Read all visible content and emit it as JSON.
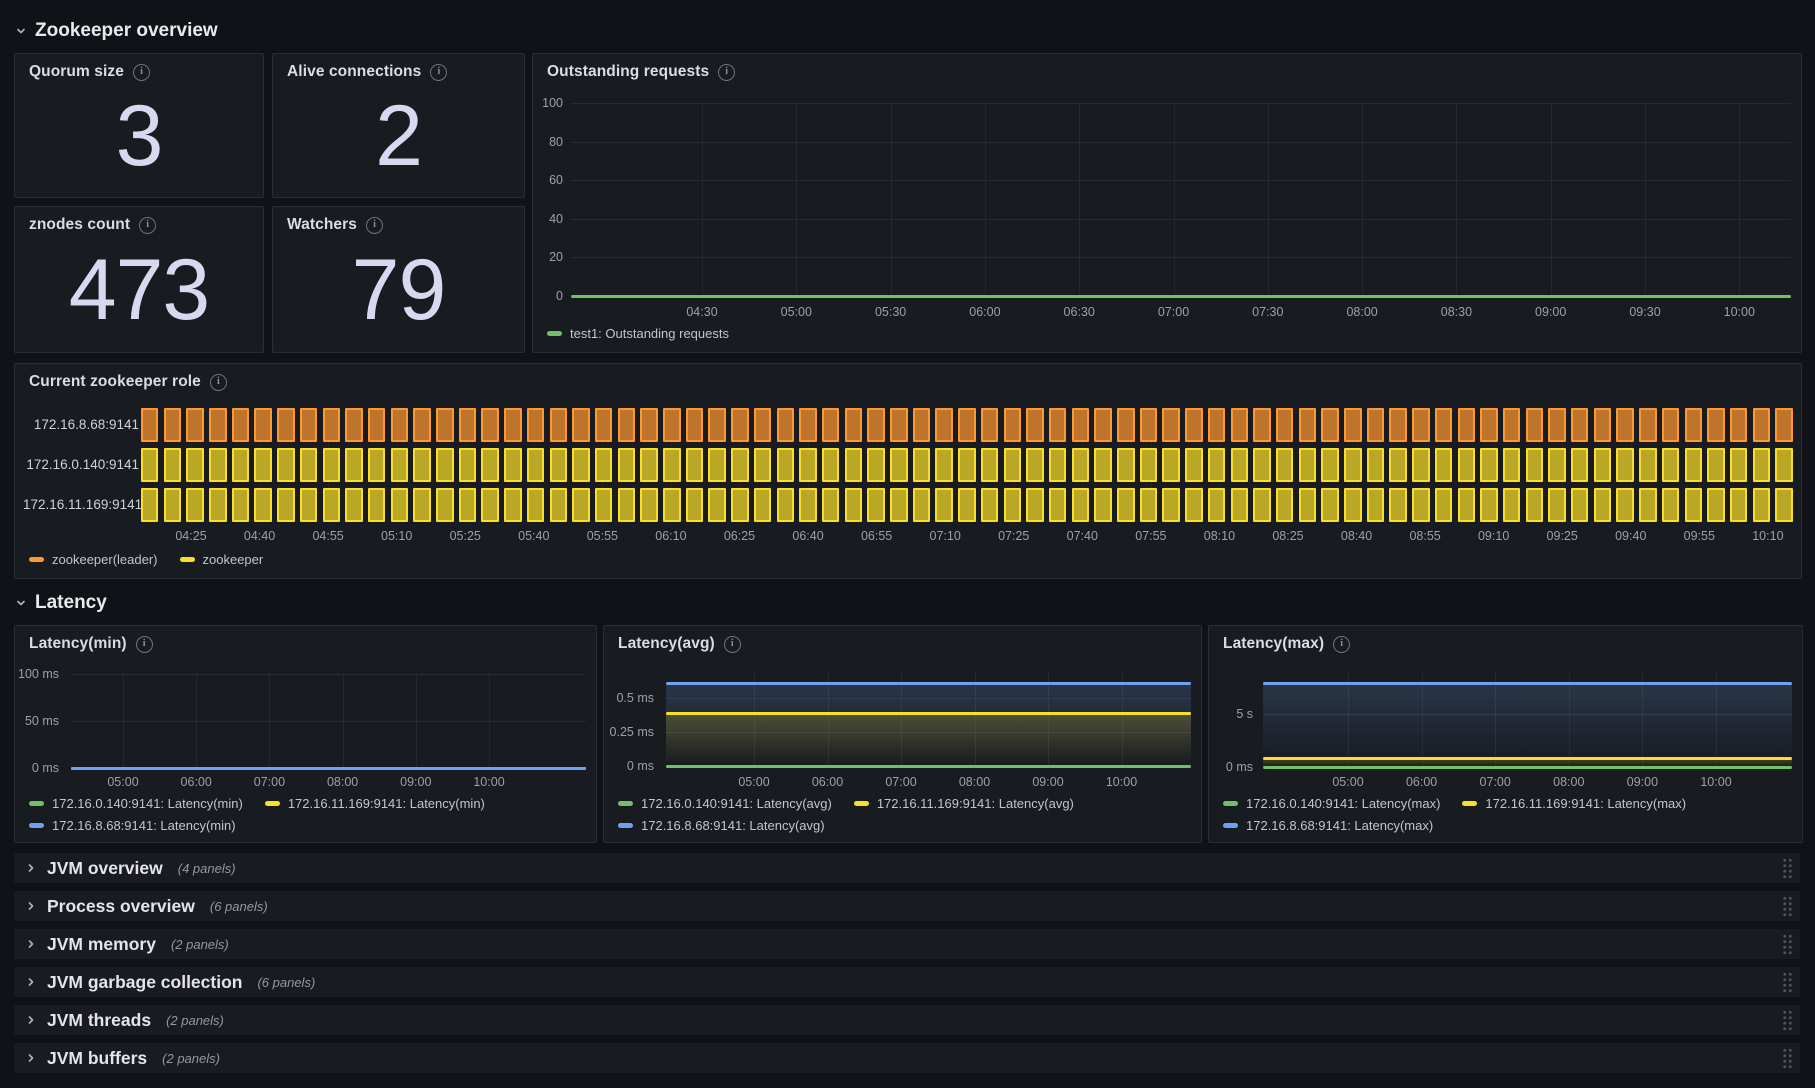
{
  "colors": {
    "page_bg": "#111217",
    "panel_bg": "#181B1F",
    "green": "#73BF69",
    "yellow": "#FADE2A",
    "blue": "#6FA1F2",
    "orange": "#FF9830",
    "orange_fill": "rgba(255,152,48,0.72)",
    "yellow_fill": "rgba(250,222,42,0.72)",
    "stat_value": "#D8D9F0"
  },
  "icons": {
    "info": "i",
    "section_expanded": "chevron-down",
    "section_collapsed": "chevron-right",
    "drag_handle": "dots-grid"
  },
  "sections": {
    "overview": {
      "title": "Zookeeper overview"
    },
    "latency": {
      "title": "Latency"
    }
  },
  "stats": [
    {
      "title": "Quorum size",
      "value": "3"
    },
    {
      "title": "Alive connections",
      "value": "2"
    },
    {
      "title": "znodes count",
      "value": "473"
    },
    {
      "title": "Watchers",
      "value": "79"
    }
  ],
  "collapsed_rows": [
    {
      "title": "JVM overview",
      "count": "(4 panels)"
    },
    {
      "title": "Process overview",
      "count": "(6 panels)"
    },
    {
      "title": "JVM memory",
      "count": "(2 panels)"
    },
    {
      "title": "JVM garbage collection",
      "count": "(6 panels)"
    },
    {
      "title": "JVM threads",
      "count": "(2 panels)"
    },
    {
      "title": "JVM buffers",
      "count": "(2 panels)"
    }
  ],
  "chart_data": [
    {
      "type": "line",
      "title": "Outstanding requests",
      "ylim": [
        0,
        100
      ],
      "y_ticks": [
        "100",
        "80",
        "60",
        "40",
        "20",
        "0"
      ],
      "x_ticks": [
        "04:30",
        "05:00",
        "05:30",
        "06:00",
        "06:30",
        "07:00",
        "07:30",
        "08:00",
        "08:30",
        "09:00",
        "09:30",
        "10:00"
      ],
      "grid": true,
      "legend_position": "bottom",
      "series": [
        {
          "name": "test1: Outstanding requests",
          "color": "#73BF69",
          "value": 0,
          "shape": "flat line at 0 across full time range"
        }
      ]
    },
    {
      "type": "state-timeline",
      "title": "Current zookeeper role",
      "rows": [
        {
          "label": "172.16.8.68:9141",
          "state": "zookeeper(leader)",
          "color": "#FF9830"
        },
        {
          "label": "172.16.0.140:9141",
          "state": "zookeeper",
          "color": "#FADE2A"
        },
        {
          "label": "172.16.11.169:9141",
          "state": "zookeeper",
          "color": "#FADE2A"
        }
      ],
      "bars_per_row": 73,
      "x_ticks": [
        "04:25",
        "04:40",
        "04:55",
        "05:10",
        "05:25",
        "05:40",
        "05:55",
        "06:10",
        "06:25",
        "06:40",
        "06:55",
        "07:10",
        "07:25",
        "07:40",
        "07:55",
        "08:10",
        "08:25",
        "08:40",
        "08:55",
        "09:10",
        "09:25",
        "09:40",
        "09:55",
        "10:10"
      ],
      "legend": [
        {
          "label": "zookeeper(leader)",
          "color": "#FF9830"
        },
        {
          "label": "zookeeper",
          "color": "#FADE2A"
        }
      ]
    },
    {
      "type": "line",
      "title": "Latency(min)",
      "unit": "ms",
      "ylim": [
        0,
        100
      ],
      "y_ticks": [
        "100 ms",
        "50 ms",
        "0 ms"
      ],
      "x_ticks": [
        "05:00",
        "06:00",
        "07:00",
        "08:00",
        "09:00",
        "10:00"
      ],
      "series": [
        {
          "name": "172.16.0.140:9141: Latency(min)",
          "color": "#73BF69",
          "value_ms": 0
        },
        {
          "name": "172.16.11.169:9141: Latency(min)",
          "color": "#FADE2A",
          "value_ms": 0
        },
        {
          "name": "172.16.8.68:9141: Latency(min)",
          "color": "#6FA1F2",
          "value_ms": 0
        }
      ]
    },
    {
      "type": "area",
      "title": "Latency(avg)",
      "unit": "ms",
      "ylim": [
        0,
        0.65
      ],
      "y_ticks": [
        "0.5 ms",
        "0.25 ms",
        "0 ms"
      ],
      "x_ticks": [
        "05:00",
        "06:00",
        "07:00",
        "08:00",
        "09:00",
        "10:00"
      ],
      "series": [
        {
          "name": "172.16.0.140:9141: Latency(avg)",
          "color": "#73BF69",
          "value_ms": 0
        },
        {
          "name": "172.16.11.169:9141: Latency(avg)",
          "color": "#FADE2A",
          "value_ms": 0.39
        },
        {
          "name": "172.16.8.68:9141: Latency(avg)",
          "color": "#6FA1F2",
          "value_ms": 0.61
        }
      ]
    },
    {
      "type": "area",
      "title": "Latency(max)",
      "unit": "s",
      "ylim": [
        0,
        9
      ],
      "y_ticks": [
        "5 s",
        "0 ms"
      ],
      "x_ticks": [
        "05:00",
        "06:00",
        "07:00",
        "08:00",
        "09:00",
        "10:00"
      ],
      "series": [
        {
          "name": "172.16.0.140:9141: Latency(max)",
          "color": "#73BF69",
          "value_s": 0
        },
        {
          "name": "172.16.11.169:9141: Latency(max)",
          "color": "#FADE2A",
          "value_s": 0.85
        },
        {
          "name": "172.16.8.68:9141: Latency(max)",
          "color": "#6FA1F2",
          "value_s": 7.9
        }
      ]
    }
  ]
}
